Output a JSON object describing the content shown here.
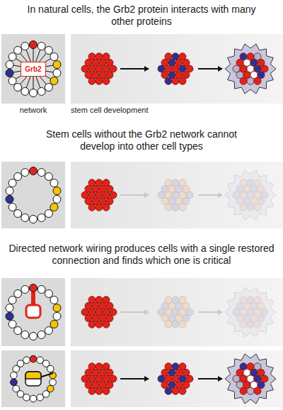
{
  "diagram": {
    "nodes": [
      {
        "text": [
          "Grb2"
        ]
      }
    ],
    "labels": [
      "In natural cells, the Grb2 protein interacts with many other proteins",
      "network",
      "stem cell development",
      "Stem cells without the Grb2 network cannot develop into other cell types",
      "Directed network wiring produces cells with a single restored connection and finds which one is critical"
    ]
  }
}
